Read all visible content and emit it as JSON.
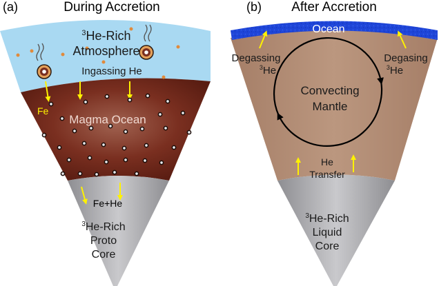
{
  "panel_a": {
    "letter": "(a)",
    "title": "During Accretion",
    "atmosphere_line1": "He-Rich",
    "atmosphere_sup": "3",
    "atmosphere_line2": "Atmosphere",
    "ingassing": "Ingassing He",
    "fe": "Fe",
    "magma_ocean": "Magma Ocean",
    "fe_he": "Fe+He",
    "core_line1": "He-Rich",
    "core_sup": "3",
    "core_line2": "Proto",
    "core_line3": "Core"
  },
  "panel_b": {
    "letter": "(b)",
    "title": "After Accretion",
    "ocean": "Ocean",
    "degassing_left_line1": "Degassing",
    "degassing_left_sup": "3",
    "degassing_left_line2": "He",
    "degassing_right_line1": "Degasing",
    "degassing_right_sup": "3",
    "degassing_right_line2": "He",
    "mantle_line1": "Convecting",
    "mantle_line2": "Mantle",
    "transfer_line1": "He",
    "transfer_line2": "Transfer",
    "core_line1": "He-Rich",
    "core_sup": "3",
    "core_line2": "Liquid",
    "core_line3": "Core"
  },
  "colors": {
    "atmosphere": "#a9d9f2",
    "magma": "#7a2e1f",
    "mantle": "#b08a72",
    "ocean": "#1f47d6",
    "core": "#a8a8ab",
    "arrow": "#fff200",
    "droplet": "#e08a3c"
  }
}
